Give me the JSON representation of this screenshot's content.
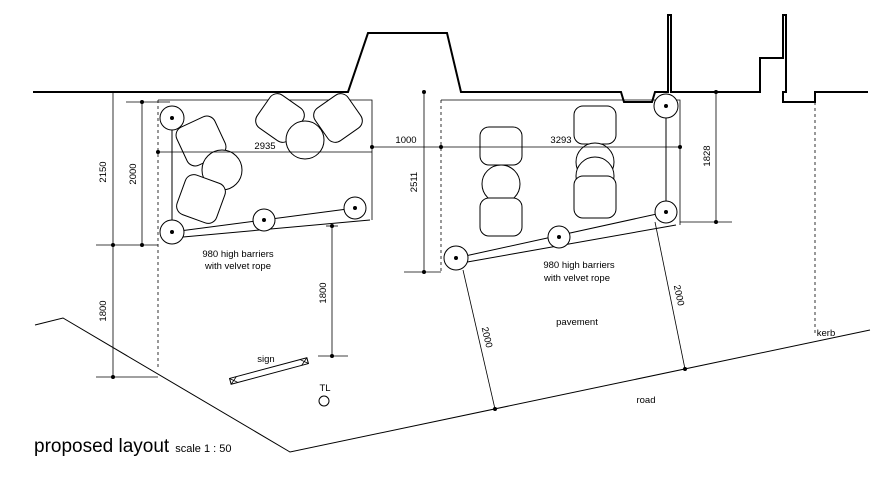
{
  "caption": {
    "title": "proposed layout",
    "scale": "scale 1 : 50"
  },
  "dimensions": {
    "left_total": "2150",
    "left_inner": "2000",
    "left_lower": "1800",
    "left_width": "2935",
    "gap": "1000",
    "right_width": "3293",
    "right_height": "2511",
    "right_offset": "1828",
    "barrier_to_sign": "1800",
    "pavement_left": "2000",
    "pavement_right": "2000"
  },
  "notes": {
    "left_barrier_line1": "980 high barriers",
    "left_barrier_line2": "with velvet rope",
    "right_barrier_line1": "980 high barriers",
    "right_barrier_line2": "with velvet rope",
    "pavement": "pavement",
    "road": "road",
    "kerb": "kerb",
    "sign": "sign",
    "tl": "TL"
  }
}
